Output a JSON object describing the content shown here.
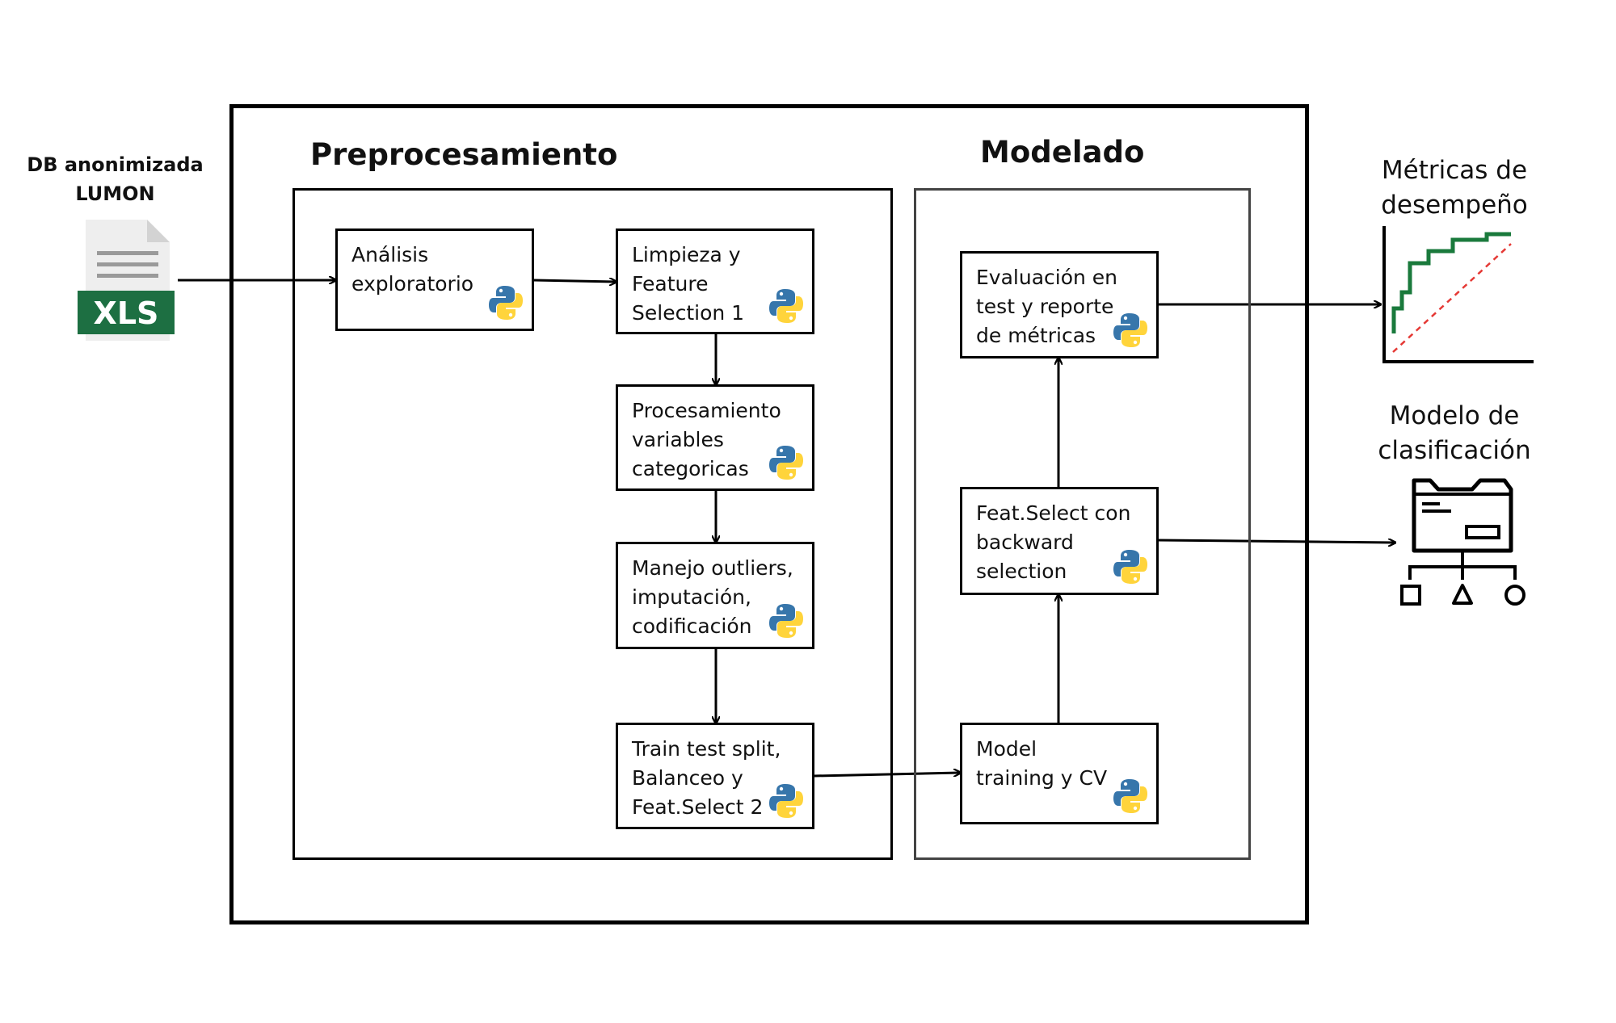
{
  "source": {
    "title": "DB anonimizada\nLUMON",
    "file_badge": "XLS",
    "file_icon": "xls-file-icon",
    "badge_color": "#1d6f42"
  },
  "sections": {
    "preprocessing": "Preprocesamiento",
    "modeling": "Modelado"
  },
  "nodes": {
    "analisis": "Análisis\nexploratorio",
    "limpieza": "Limpieza y\nFeature\nSelection 1",
    "procesamiento": "Procesamiento\nvariables\ncategoricas",
    "manejo": "Manejo outliers,\nimputación,\ncodificación",
    "train_split": "Train test split,\nBalanceo y\nFeat.Select 2",
    "model_training": "Model\ntraining y CV",
    "feat_select": "Feat.Select con\nbackward\nselection",
    "evaluacion": "Evaluación en\ntest y reporte\nde métricas"
  },
  "outputs": {
    "metrics": "Métricas de\ndesempeño",
    "model": "Modelo de\nclasificación"
  },
  "icons": {
    "python": "python-logo-icon",
    "metrics_chart": "performance-chart-icon",
    "classification_model": "classification-model-icon"
  },
  "colors": {
    "python_blue": "#3776ab",
    "python_yellow": "#ffd43b",
    "chart_line": "#1a7a3c",
    "chart_diagonal": "#e53935"
  }
}
